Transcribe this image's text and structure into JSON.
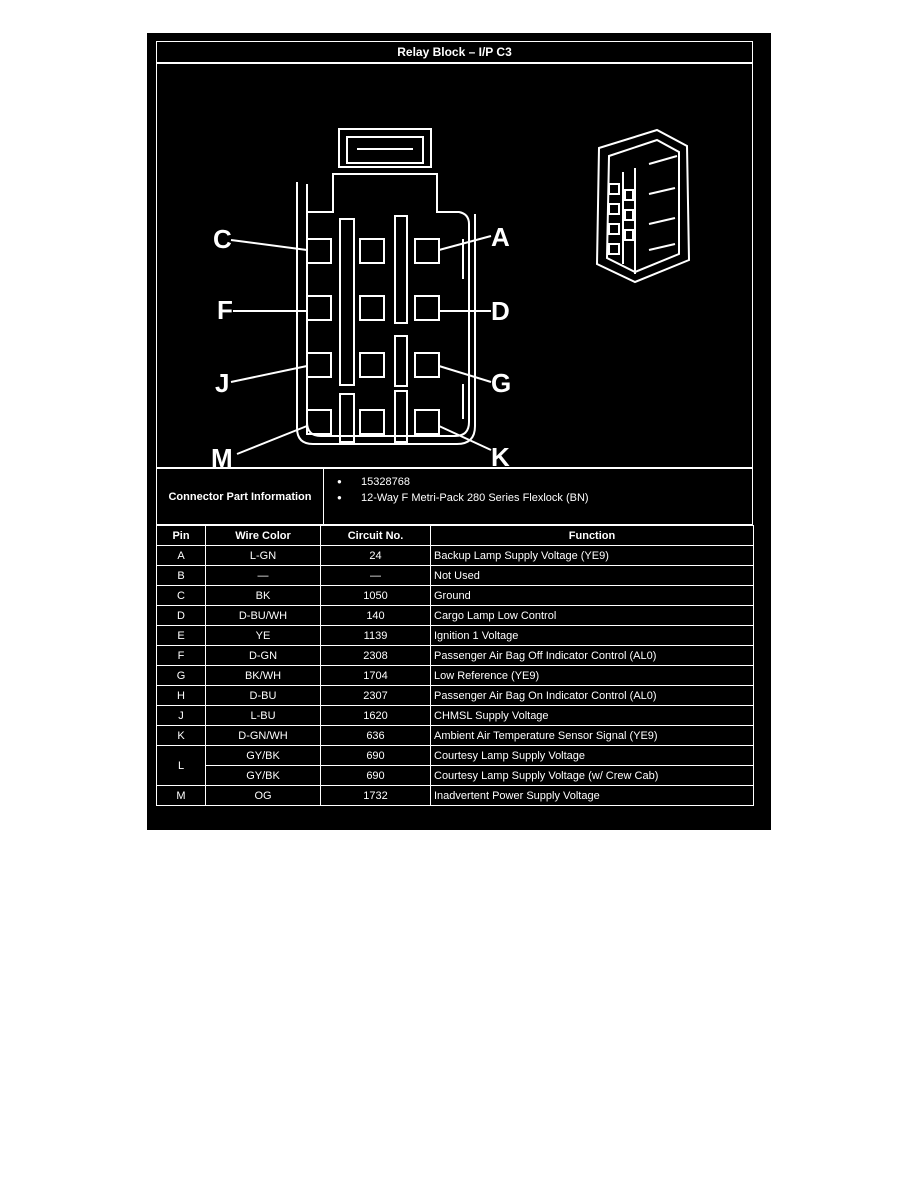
{
  "title": "Relay Block – I/P C3",
  "pin_labels": {
    "left": [
      "C",
      "F",
      "J",
      "M"
    ],
    "right": [
      "A",
      "D",
      "G",
      "K"
    ]
  },
  "connector_info": {
    "label": "Connector Part Information",
    "items": [
      "15328768",
      "12-Way F Metri-Pack 280 Series Flexlock (BN)"
    ]
  },
  "table": {
    "headers": [
      "Pin",
      "Wire Color",
      "Circuit No.",
      "Function"
    ],
    "rows": [
      {
        "pin": "A",
        "wire": "L-GN",
        "circuit": "24",
        "function": "Backup Lamp Supply Voltage (YE9)"
      },
      {
        "pin": "B",
        "wire": "—",
        "circuit": "—",
        "function": "Not Used"
      },
      {
        "pin": "C",
        "wire": "BK",
        "circuit": "1050",
        "function": "Ground"
      },
      {
        "pin": "D",
        "wire": "D-BU/WH",
        "circuit": "140",
        "function": "Cargo Lamp Low Control"
      },
      {
        "pin": "E",
        "wire": "YE",
        "circuit": "1139",
        "function": "Ignition 1 Voltage"
      },
      {
        "pin": "F",
        "wire": "D-GN",
        "circuit": "2308",
        "function": "Passenger Air Bag Off Indicator Control (AL0)"
      },
      {
        "pin": "G",
        "wire": "BK/WH",
        "circuit": "1704",
        "function": "Low Reference (YE9)"
      },
      {
        "pin": "H",
        "wire": "D-BU",
        "circuit": "2307",
        "function": "Passenger Air Bag On Indicator Control (AL0)"
      },
      {
        "pin": "J",
        "wire": "L-BU",
        "circuit": "1620",
        "function": "CHMSL Supply Voltage"
      },
      {
        "pin": "K",
        "wire": "D-GN/WH",
        "circuit": "636",
        "function": "Ambient Air Temperature Sensor Signal (YE9)"
      },
      {
        "pin": "L",
        "wire": "GY/BK",
        "circuit": "690",
        "function": "Courtesy Lamp Supply Voltage"
      },
      {
        "pin": "",
        "wire": "GY/BK",
        "circuit": "690",
        "function": "Courtesy Lamp Supply Voltage (w/ Crew Cab)"
      },
      {
        "pin": "M",
        "wire": "OG",
        "circuit": "1732",
        "function": "Inadvertent Power Supply Voltage"
      }
    ]
  }
}
